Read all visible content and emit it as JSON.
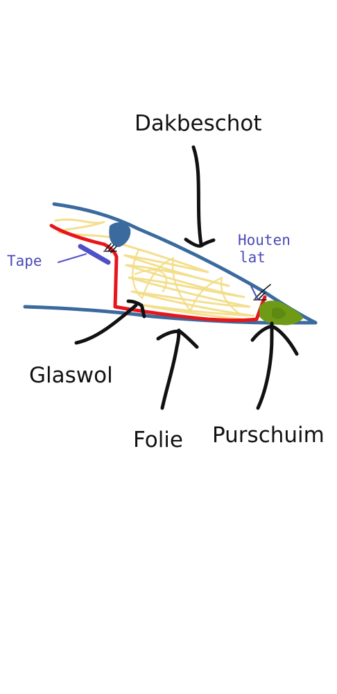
{
  "diagram": {
    "labels": {
      "dakbeschot": "Dakbeschot",
      "glaswol": "Glaswol",
      "folie": "Folie",
      "purschuim": "Purschuim",
      "tape": "Tape",
      "houten_lat_line1": "Houten",
      "houten_lat_line2": "lat"
    },
    "colors": {
      "roof_boards": "#3a6a9e",
      "foil": "#e8161b",
      "glass_wool": "#f2dc82",
      "pur_foam": "#6e9a16",
      "tape": "#4f4fc6",
      "annotation_text": "#4a4ab8",
      "arrows": "#111111"
    }
  }
}
